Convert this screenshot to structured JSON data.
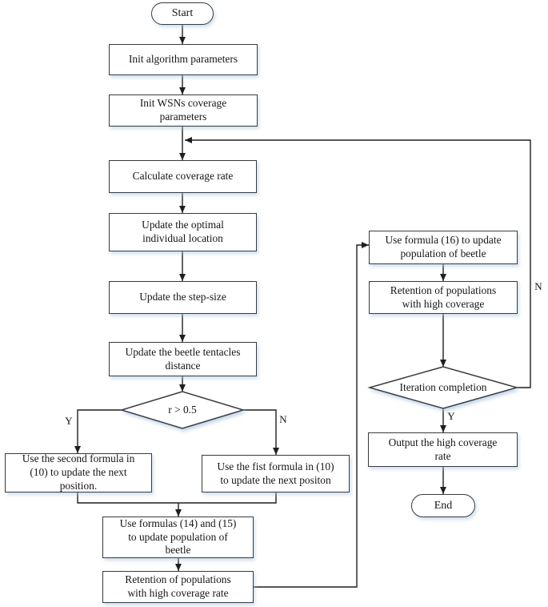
{
  "colors": {
    "background": "#ffffff",
    "node_fill": "#ffffff",
    "node_border": "#3b3b3b",
    "line": "#1f1f1f",
    "text": "#161616",
    "shadow_tint": "#aac6e4"
  },
  "nodes": {
    "start": {
      "label": "Start"
    },
    "init_algorithm": {
      "label": "Init algorithm parameters"
    },
    "init_wsns": {
      "label": "Init WSNs coverage\nparameters"
    },
    "calc_coverage": {
      "label": "Calculate coverage rate"
    },
    "update_optimal": {
      "label": "Update the optimal\nindividual location"
    },
    "update_step": {
      "label": "Update the step-size"
    },
    "update_tentacles": {
      "label": "Update the beetle tentacles\ndistance"
    },
    "r_decision": {
      "label": "r > 0.5"
    },
    "second_formula": {
      "label": "Use the second formula in\n(10) to update the next\nposition."
    },
    "first_formula": {
      "label": "Use the fist formula in (10)\nto update the next positon"
    },
    "formulas_14_15": {
      "label": "Use formulas (14) and (15)\nto update population of\nbeetle"
    },
    "retention_rate": {
      "label": "Retention of populations\nwith high coverage rate"
    },
    "formula_16": {
      "label": "Use formula (16) to update\npopulation of beetle"
    },
    "retention_coverage": {
      "label": "Retention of populations\nwith high coverage"
    },
    "iteration_decision": {
      "label": "Iteration completion"
    },
    "output_rate": {
      "label": "Output the high coverage\nrate"
    },
    "end": {
      "label": "End"
    }
  },
  "branch_labels": {
    "r_yes": "Y",
    "r_no": "N",
    "iteration_yes": "Y",
    "iteration_no": "N"
  }
}
